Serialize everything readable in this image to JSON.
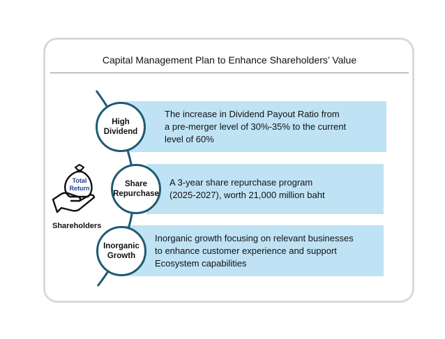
{
  "title": "Capital Management Plan to Enhance Shareholders’ Value",
  "icon": {
    "name": "hand-money-bag-icon",
    "label_line1": "Total",
    "label_line2": "Return"
  },
  "shareholders_label": "Shareholders",
  "colors": {
    "panel": "#bfe3f5",
    "ring": "#1f5a72",
    "arc": "#1f5a72",
    "bag_text": "#1f3f8f"
  },
  "items": [
    {
      "label_line1": "High",
      "label_line2": "Dividend",
      "text": [
        "The increase in Dividend Payout Ratio from",
        "a pre-merger level of 30%-35% to the current",
        "level of 60%"
      ]
    },
    {
      "label_line1": "Share",
      "label_line2": "Repurchase",
      "text": [
        "A 3-year share repurchase program",
        "(2025-2027), worth 21,000 million baht"
      ]
    },
    {
      "label_line1": "Inorganic",
      "label_line2": "Growth",
      "text": [
        "Inorganic growth focusing on relevant businesses",
        "to enhance customer experience and support",
        "Ecosystem capabilities"
      ]
    }
  ]
}
